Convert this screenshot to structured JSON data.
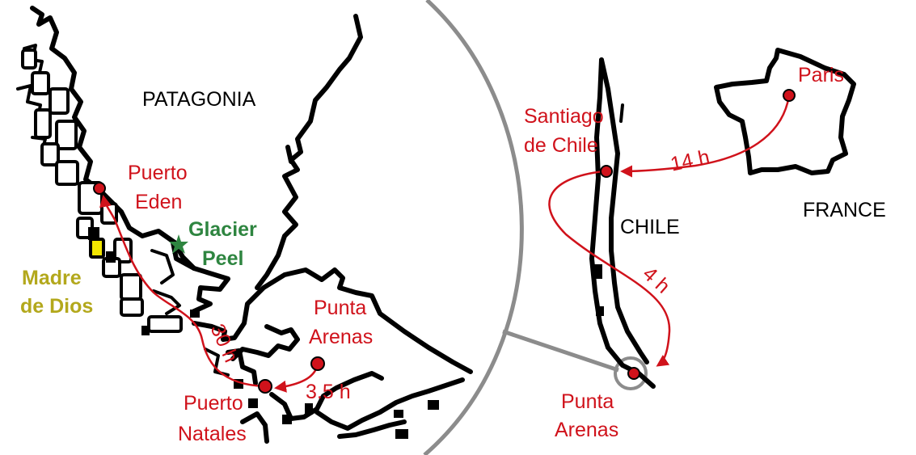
{
  "labels": {
    "patagonia": "PATAGONIA",
    "chile": "CHILE",
    "france": "FRANCE",
    "paris": "Paris",
    "santiago_line1": "Santiago",
    "santiago_line2": "de Chile",
    "punta_arenas_right_line1": "Punta",
    "punta_arenas_right_line2": "Arenas",
    "punta_arenas_left_line1": "Punta",
    "punta_arenas_left_line2": "Arenas",
    "puerto_eden_line1": "Puerto",
    "puerto_eden_line2": "Eden",
    "puerto_natales_line1": "Puerto",
    "puerto_natales_line2": "Natales",
    "glacier_line1": "Glacier",
    "glacier_line2": "Peel",
    "madre_line1": "Madre",
    "madre_line2": "de Dios"
  },
  "routes": {
    "paris_santiago": "14 h",
    "santiago_punta_arenas": "4 h",
    "punta_arenas_natales": "3.5 h",
    "natales_eden": "30 h"
  },
  "colors": {
    "route": "#d0121b",
    "glacier": "#2e8540",
    "madre_de_dios": "#b3a81c",
    "highlight_island": "#f2e600",
    "zoom_circle": "#8c8c8c"
  },
  "icons": {
    "glacier_marker": "star-icon",
    "city_marker": "circle-dot-icon"
  }
}
